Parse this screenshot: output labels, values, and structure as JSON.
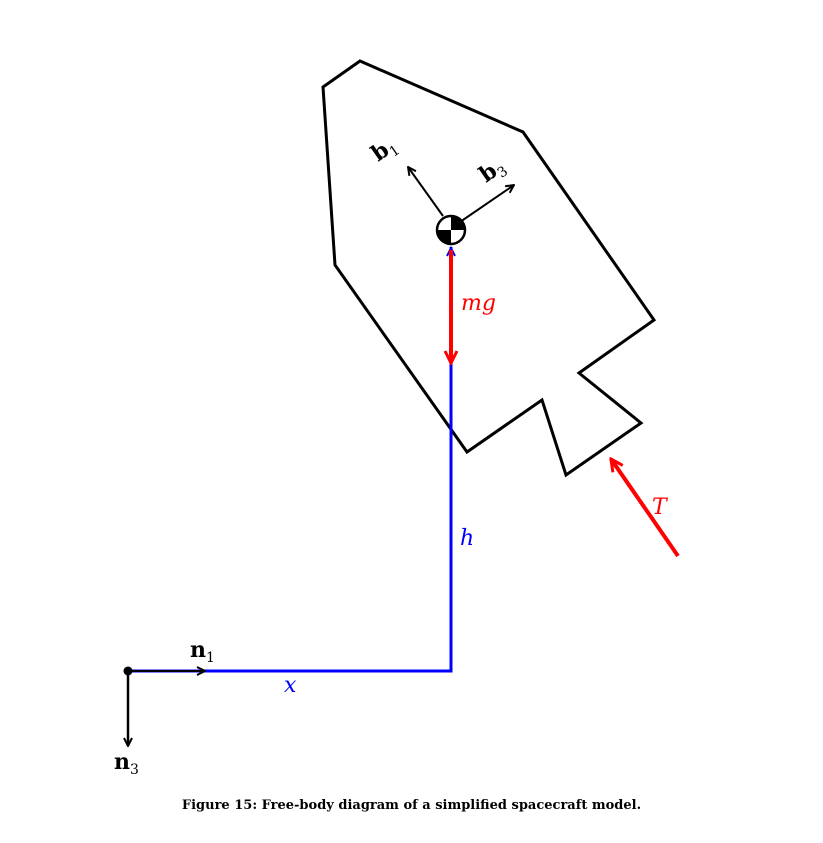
{
  "labels": {
    "n1": "n",
    "n1_sub": "1",
    "n3": "n",
    "n3_sub": "3",
    "x": "x",
    "h": "h",
    "mg": "mg",
    "T": "T",
    "b1": "b",
    "b1_sub": "1",
    "b3": "b",
    "b3_sub": "3"
  },
  "caption": "Figure 15: Free-body diagram of a simplified spacecraft model.",
  "colors": {
    "force": "#ff0000",
    "position": "#0000ff",
    "frame": "#000000"
  }
}
